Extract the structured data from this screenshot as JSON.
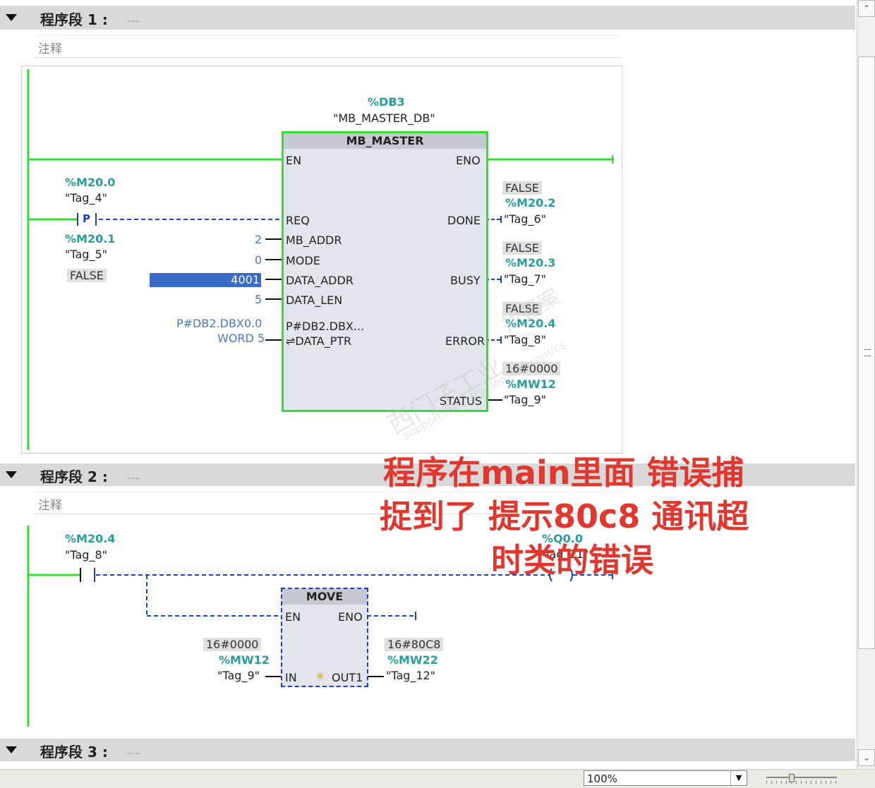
{
  "networks": [
    {
      "title": "程序段 1 :",
      "dots": ".....",
      "comment": "注释"
    },
    {
      "title": "程序段 2 :",
      "dots": ".....",
      "comment": "注释"
    },
    {
      "title": "程序段 3 :",
      "dots": "....."
    }
  ],
  "net1": {
    "db_operand": "%DB3",
    "db_name": "\"MB_MASTER_DB\"",
    "block_name": "MB_MASTER",
    "req_operand": "%M20.0",
    "req_tag": "\"Tag_4\"",
    "p_contact": "P",
    "p_operand": "%M20.1",
    "p_tag": "\"Tag_5\"",
    "p_value": "FALSE",
    "pins_in": {
      "en": "EN",
      "req": "REQ",
      "mb_addr": "MB_ADDR",
      "mode": "MODE",
      "data_addr": "DATA_ADDR",
      "data_len": "DATA_LEN",
      "data_ptr_val": "P#DB2.DBX...",
      "data_ptr": "⇌DATA_PTR"
    },
    "pins_out": {
      "eno": "ENO",
      "done": "DONE",
      "busy": "BUSY",
      "error": "ERROR",
      "status": "STATUS"
    },
    "mb_addr_val": "2",
    "mode_val": "0",
    "data_addr_val": "4001",
    "data_len_val": "5",
    "data_ptr_line1": "P#DB2.DBX0.0",
    "data_ptr_line2": "WORD 5",
    "done": {
      "value": "FALSE",
      "operand": "%M20.2",
      "tag": "\"Tag_6\""
    },
    "busy": {
      "value": "FALSE",
      "operand": "%M20.3",
      "tag": "\"Tag_7\""
    },
    "error": {
      "value": "FALSE",
      "operand": "%M20.4",
      "tag": "\"Tag_8\""
    },
    "status": {
      "value": "16#0000",
      "operand": "%MW12",
      "tag": "\"Tag_9\""
    }
  },
  "net2": {
    "contact_operand": "%M20.4",
    "contact_tag": "\"Tag_8\"",
    "coil_operand": "%Q0.0",
    "coil_tag": "\"Tag_11\"",
    "block_name": "MOVE",
    "en": "EN",
    "eno": "ENO",
    "in": "IN",
    "out": "OUT1",
    "in_value": "16#0000",
    "in_operand": "%MW12",
    "in_tag": "\"Tag_9\"",
    "out_value": "16#80C8",
    "out_operand": "%MW22",
    "out_tag": "\"Tag_12\""
  },
  "annotation": {
    "line1": "程序在main里面 错误捕",
    "line2": "捉到了 提示80c8 通讯超",
    "line3": "时类的错误"
  },
  "watermark": {
    "text1": "西门子工业",
    "text2": "support.industry.siemens.com/cs",
    "text3": "找答案"
  },
  "statusbar": {
    "zoom": "100%"
  },
  "colors": {
    "rail": "#33dd33",
    "dashed": "#1a3fbf",
    "operand": "#2a9c9c",
    "annotation": "#e0382f",
    "selection": "#3a6bc9"
  }
}
